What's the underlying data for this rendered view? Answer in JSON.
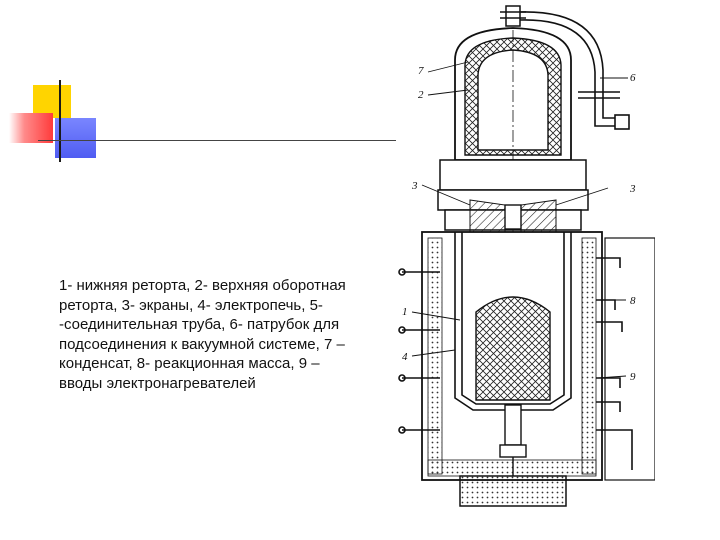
{
  "caption": "1- нижняя реторта, 2- верхняя оборотная реторта, 3- экраны, 4- электропечь, 5- -соединительная труба, 6- патрубок для подсоединения к вакуумной системе, 7 – конденсат, 8- реакционная масса, 9 – вводы электронагревателей",
  "labels": {
    "l7": "7",
    "l2": "2",
    "l6": "6",
    "l3a": "3",
    "l3b": "3",
    "l1": "1",
    "l4": "4",
    "l8": "8",
    "l9": "9"
  },
  "colors": {
    "deco_yellow": "#ffd400",
    "deco_red": "#ff3b3b",
    "deco_blue": "#4f5cf2"
  }
}
